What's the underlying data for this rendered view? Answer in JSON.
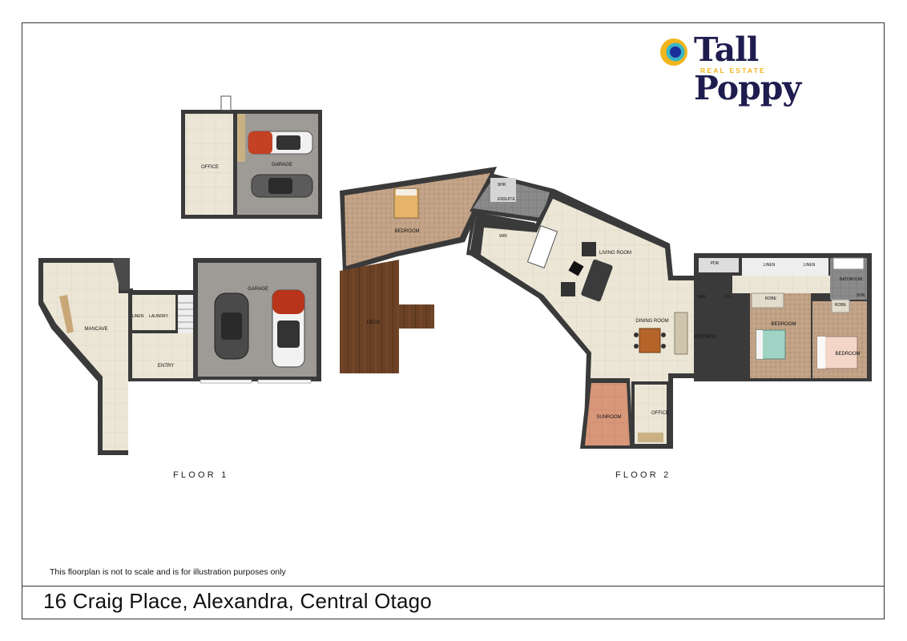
{
  "logo": {
    "name": "Tall Poppy",
    "subtitle": "REAL ESTATE",
    "brand_color": "#1f1d4f",
    "accent_color": "#f2b51c",
    "icon": "poppy-circle-logo-icon"
  },
  "floor1": {
    "label": "FLOOR 1",
    "rooms": {
      "office": "OFFICE",
      "garage_top": "GARAGE",
      "mancave": "MANCAVE",
      "linen": "LINEN",
      "laundry": "LAUNDRY",
      "entry": "ENTRY",
      "garage_main": "GARAGE"
    }
  },
  "floor2": {
    "label": "FLOOR 2",
    "rooms": {
      "bedroom_left": "BEDROOM",
      "deck": "DECK",
      "shr_ensuite": "SHR",
      "ensuite": "ENSUITE",
      "wir": "WIR",
      "living": "LIVING ROOM",
      "dining": "DINING ROOM",
      "kitchen": "KITCHEN",
      "ref": "REF",
      "lin": "LIN",
      "sunroom": "SUNROOM",
      "office": "OFFICE",
      "pdr": "PDR",
      "linen1": "LINEN",
      "linen2": "LINEN",
      "bathroom": "BATHROOM",
      "robe1": "ROBE",
      "robe2": "ROBE",
      "shr_bath": "SHR",
      "bedroom_mid": "BEDROOM",
      "bedroom_right": "BEDROOM"
    }
  },
  "disclaimer": "This floorplan is not to scale and is for illustration purposes only",
  "address": "16 Craig Place, Alexandra, Central Otago"
}
